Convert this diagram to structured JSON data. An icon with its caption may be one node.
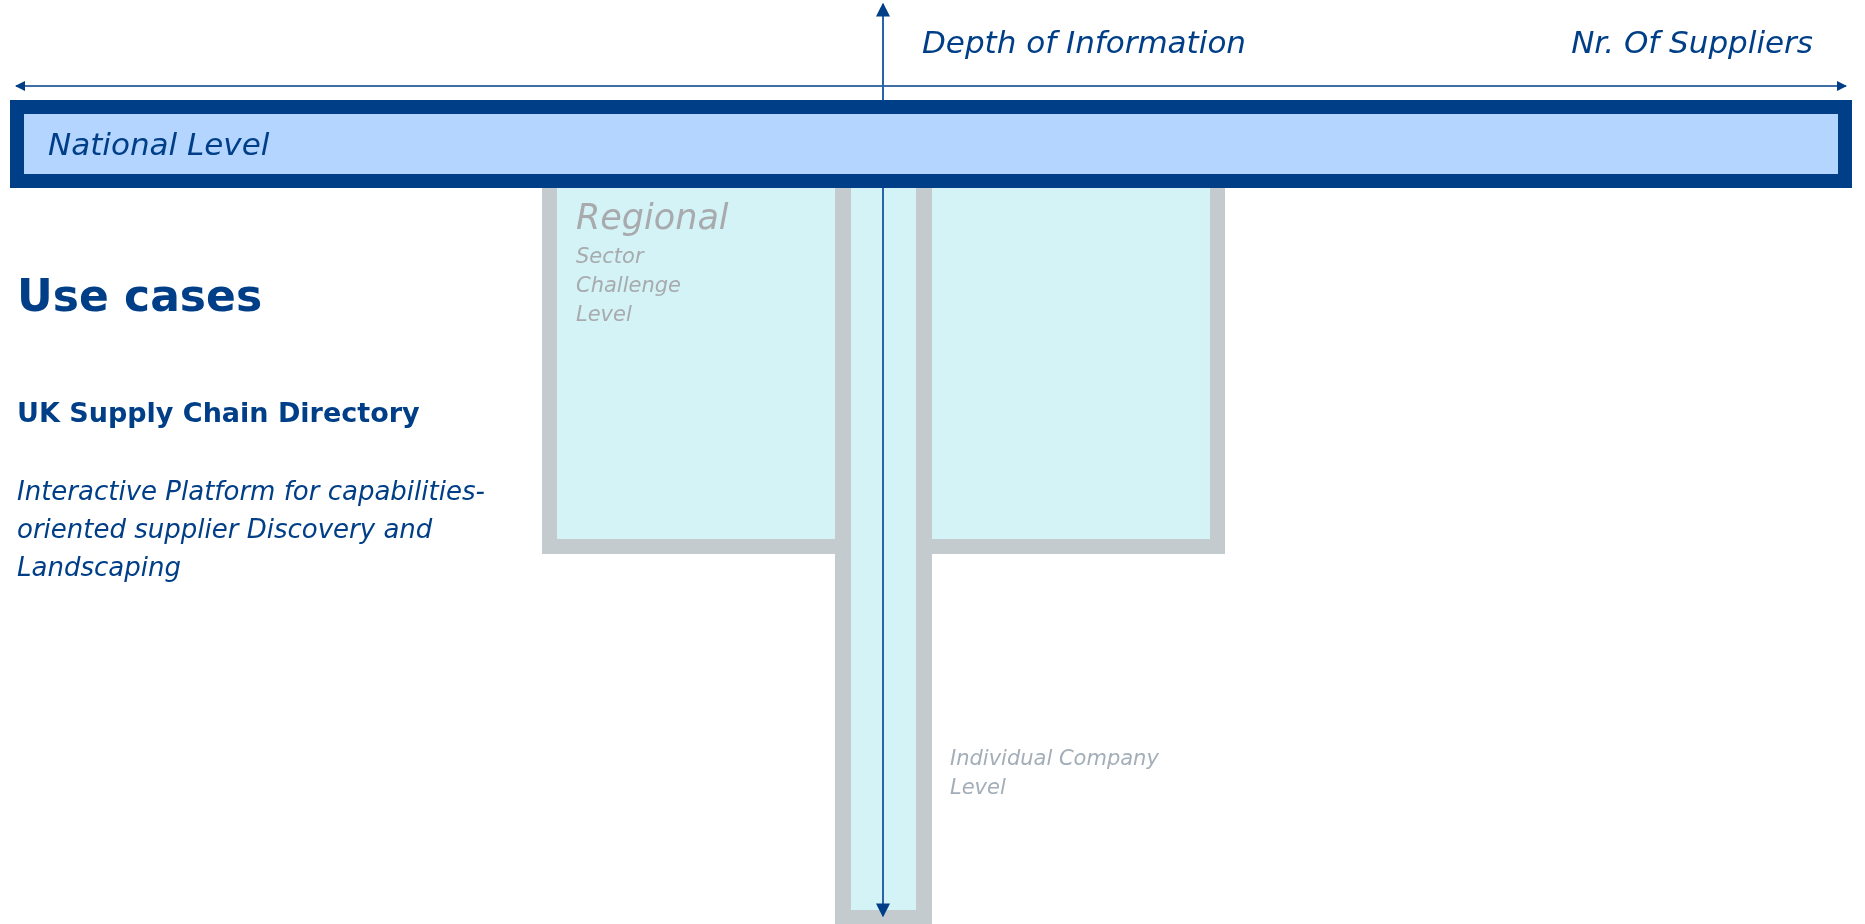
{
  "diagram": {
    "title": "Use cases",
    "nodes": [
      {
        "text": [
          "National Level"
        ]
      },
      {
        "text": [
          "Regional",
          "Sector Challenge Level"
        ]
      },
      {
        "text": [],
        "shape": "bar",
        "beside": [
          "Individual Company Level"
        ]
      }
    ],
    "labels": [
      "Depth of Information",
      "Nr. Of Suppliers",
      "UK Supply Chain Directory",
      "Interactive Platform for capabilities-oriented supplier Discovery and Landscaping"
    ]
  }
}
